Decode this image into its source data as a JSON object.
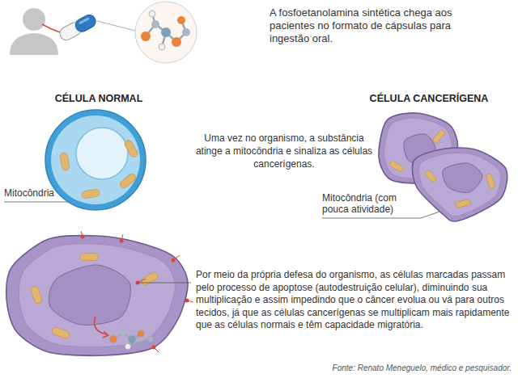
{
  "diagram": {
    "nodes": [
      {
        "text": [
          "CÉLULA NORMAL"
        ]
      },
      {
        "text": [
          "CÉLULA CANCERÍGENA"
        ]
      }
    ],
    "labels": [
      "A fosfoetanolamina sintética chega aos pacientes no formato de cápsulas para ingestão oral.",
      "Uma vez no organismo, a substância atinge a mitocôndria e sinaliza as células cancerígenas.",
      "Mitocôndria",
      "Mitocôndria (com pouca atividade)",
      "Por meio da própria defesa do organismo, as células marcadas passam pelo processo de apoptose (autodestruição celular), diminuindo sua multiplicação e assim impedindo que o câncer evolua ou vá para outros tecidos, já que as células cancerígenas se multiplicam mais rapidamente que as células normais e têm capacidade migratória."
    ],
    "caption": "Fonte: Renato Meneguelo, médico e pesquisador."
  }
}
